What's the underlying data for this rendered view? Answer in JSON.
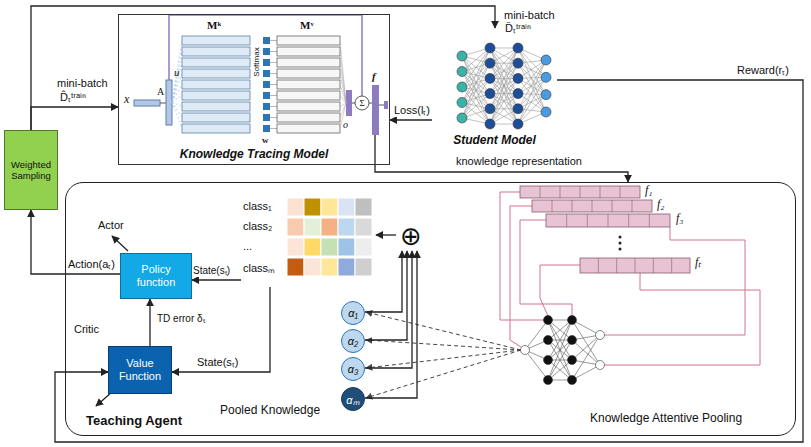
{
  "diagram": {
    "nodes": [
      {
        "text": [
          "Knowledge Tracing Model"
        ]
      },
      {
        "text": [
          "Student Model"
        ]
      },
      {
        "text": [
          "Weighted Sampling"
        ]
      },
      {
        "text": [
          "Teaching Agent"
        ]
      },
      {
        "text": [
          "Policy function"
        ],
        "in": 3
      },
      {
        "text": [
          "Value Function"
        ],
        "in": 3
      },
      {
        "text": [
          "class₁",
          "class₂",
          "...",
          "classₘ"
        ],
        "in": 3
      },
      {
        "text": [
          "⊕"
        ],
        "in": 3
      },
      {
        "text": [
          "α₁"
        ],
        "in": 3
      },
      {
        "text": [
          "α₂"
        ],
        "in": 3
      },
      {
        "text": [
          "α₃"
        ],
        "in": 3
      },
      {
        "text": [
          "αₘ"
        ],
        "in": 3
      }
    ],
    "edges": [
      {
        "from": 2,
        "to": 0,
        "arrow": "to",
        "label": "mini-batch"
      },
      {
        "from": 2,
        "to": 1,
        "arrow": "to",
        "label": "mini-batch"
      },
      {
        "from": 1,
        "to": 0,
        "arrow": "to",
        "label": "Loss(lₜ)"
      },
      {
        "from": 1,
        "to": 5,
        "arrow": "to",
        "label": "Reward(rₜ)"
      },
      {
        "from": 0,
        "to": 3,
        "arrow": "to",
        "label": "knowledge representation"
      },
      {
        "from": 4,
        "to": 2,
        "arrow": "to",
        "label": "Action(aₜ)"
      },
      {
        "from": 6,
        "to": 4,
        "arrow": "to",
        "label": "State(sₜ)"
      },
      {
        "from": 6,
        "to": 5,
        "arrow": "to",
        "label": "State(sₜ)"
      },
      {
        "from": 5,
        "to": 4,
        "arrow": "to",
        "label": "TD error δₜ"
      },
      {
        "from": 7,
        "to": 6,
        "arrow": "to"
      },
      {
        "from": 8,
        "to": 7,
        "arrow": "to"
      },
      {
        "from": 9,
        "to": 7,
        "arrow": "to"
      },
      {
        "from": 10,
        "to": 7,
        "arrow": "to"
      },
      {
        "from": 11,
        "to": 7,
        "arrow": "to"
      }
    ],
    "labels": [
      "D̂ₜᵗʳᵃⁱⁿ",
      "D̂ₜᵗʳᵃⁱⁿ",
      "x",
      "A",
      "u",
      "Mᵏ",
      "Softmax",
      "w",
      "Mᵛ",
      "o",
      "Σ",
      "f",
      "Actor",
      "Critic",
      "Pooled Knowledge",
      "Knowledge Attentive Pooling",
      "f₁",
      "f₂",
      "f₃",
      "fₜ"
    ]
  }
}
